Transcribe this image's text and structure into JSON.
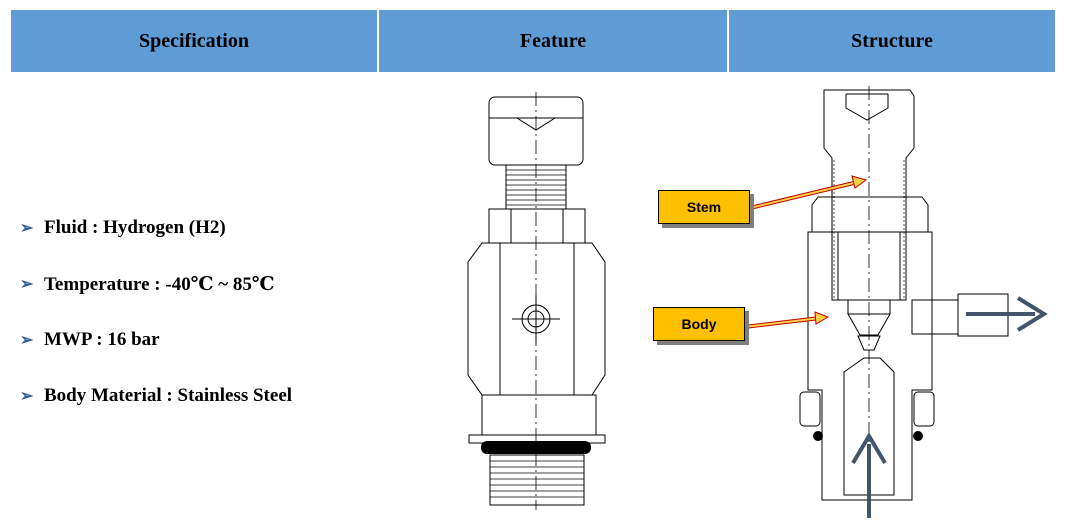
{
  "header": {
    "col1": "Specification",
    "col2": "Feature",
    "col3": "Structure"
  },
  "specs": [
    "Fluid : Hydrogen (H2)",
    "Temperature : -40℃ ~ 85℃",
    "MWP : 16 bar",
    "Body Material : Stainless Steel"
  ],
  "callouts": {
    "stem": "Stem",
    "body": "Body"
  },
  "colors": {
    "header_bg": "#5f9bd5",
    "callout_bg": "#ffc000",
    "arrow": "#44546a",
    "bullet": "#2f5f9c"
  }
}
